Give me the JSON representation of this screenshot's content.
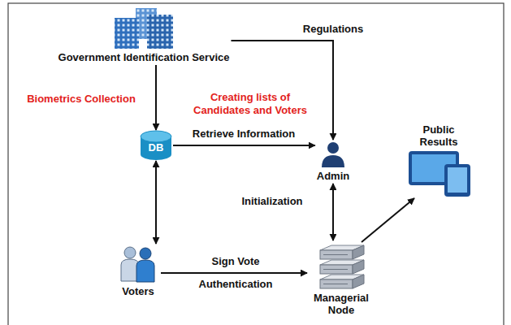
{
  "diagram": {
    "nodes": [
      {
        "text": [
          "Government Identification Service"
        ]
      },
      {
        "text": [
          "DB"
        ]
      },
      {
        "text": [
          "Admin"
        ]
      },
      {
        "text": [
          "Voters"
        ]
      },
      {
        "text": [
          "Managerial Node"
        ]
      },
      {
        "text": [
          "Public Results"
        ]
      }
    ],
    "edges": [
      {
        "from": 0,
        "to": 1,
        "arrow": "to",
        "label": "Biometrics Collection"
      },
      {
        "from": 0,
        "to": 2,
        "arrow": "to",
        "label": "Regulations"
      },
      {
        "from": 1,
        "to": 2,
        "arrow": "to",
        "label": "Retrieve Information"
      },
      {
        "from": 1,
        "to": 3,
        "arrow": "both"
      },
      {
        "from": 2,
        "to": 4,
        "arrow": "both",
        "label": "Initialization"
      },
      {
        "from": 3,
        "to": 4,
        "arrow": "to",
        "label": "Sign Vote"
      },
      {
        "from": 4,
        "to": 5,
        "arrow": "to"
      }
    ],
    "labels": [
      "Creating lists of Candidates and Voters",
      "Authentication"
    ]
  }
}
